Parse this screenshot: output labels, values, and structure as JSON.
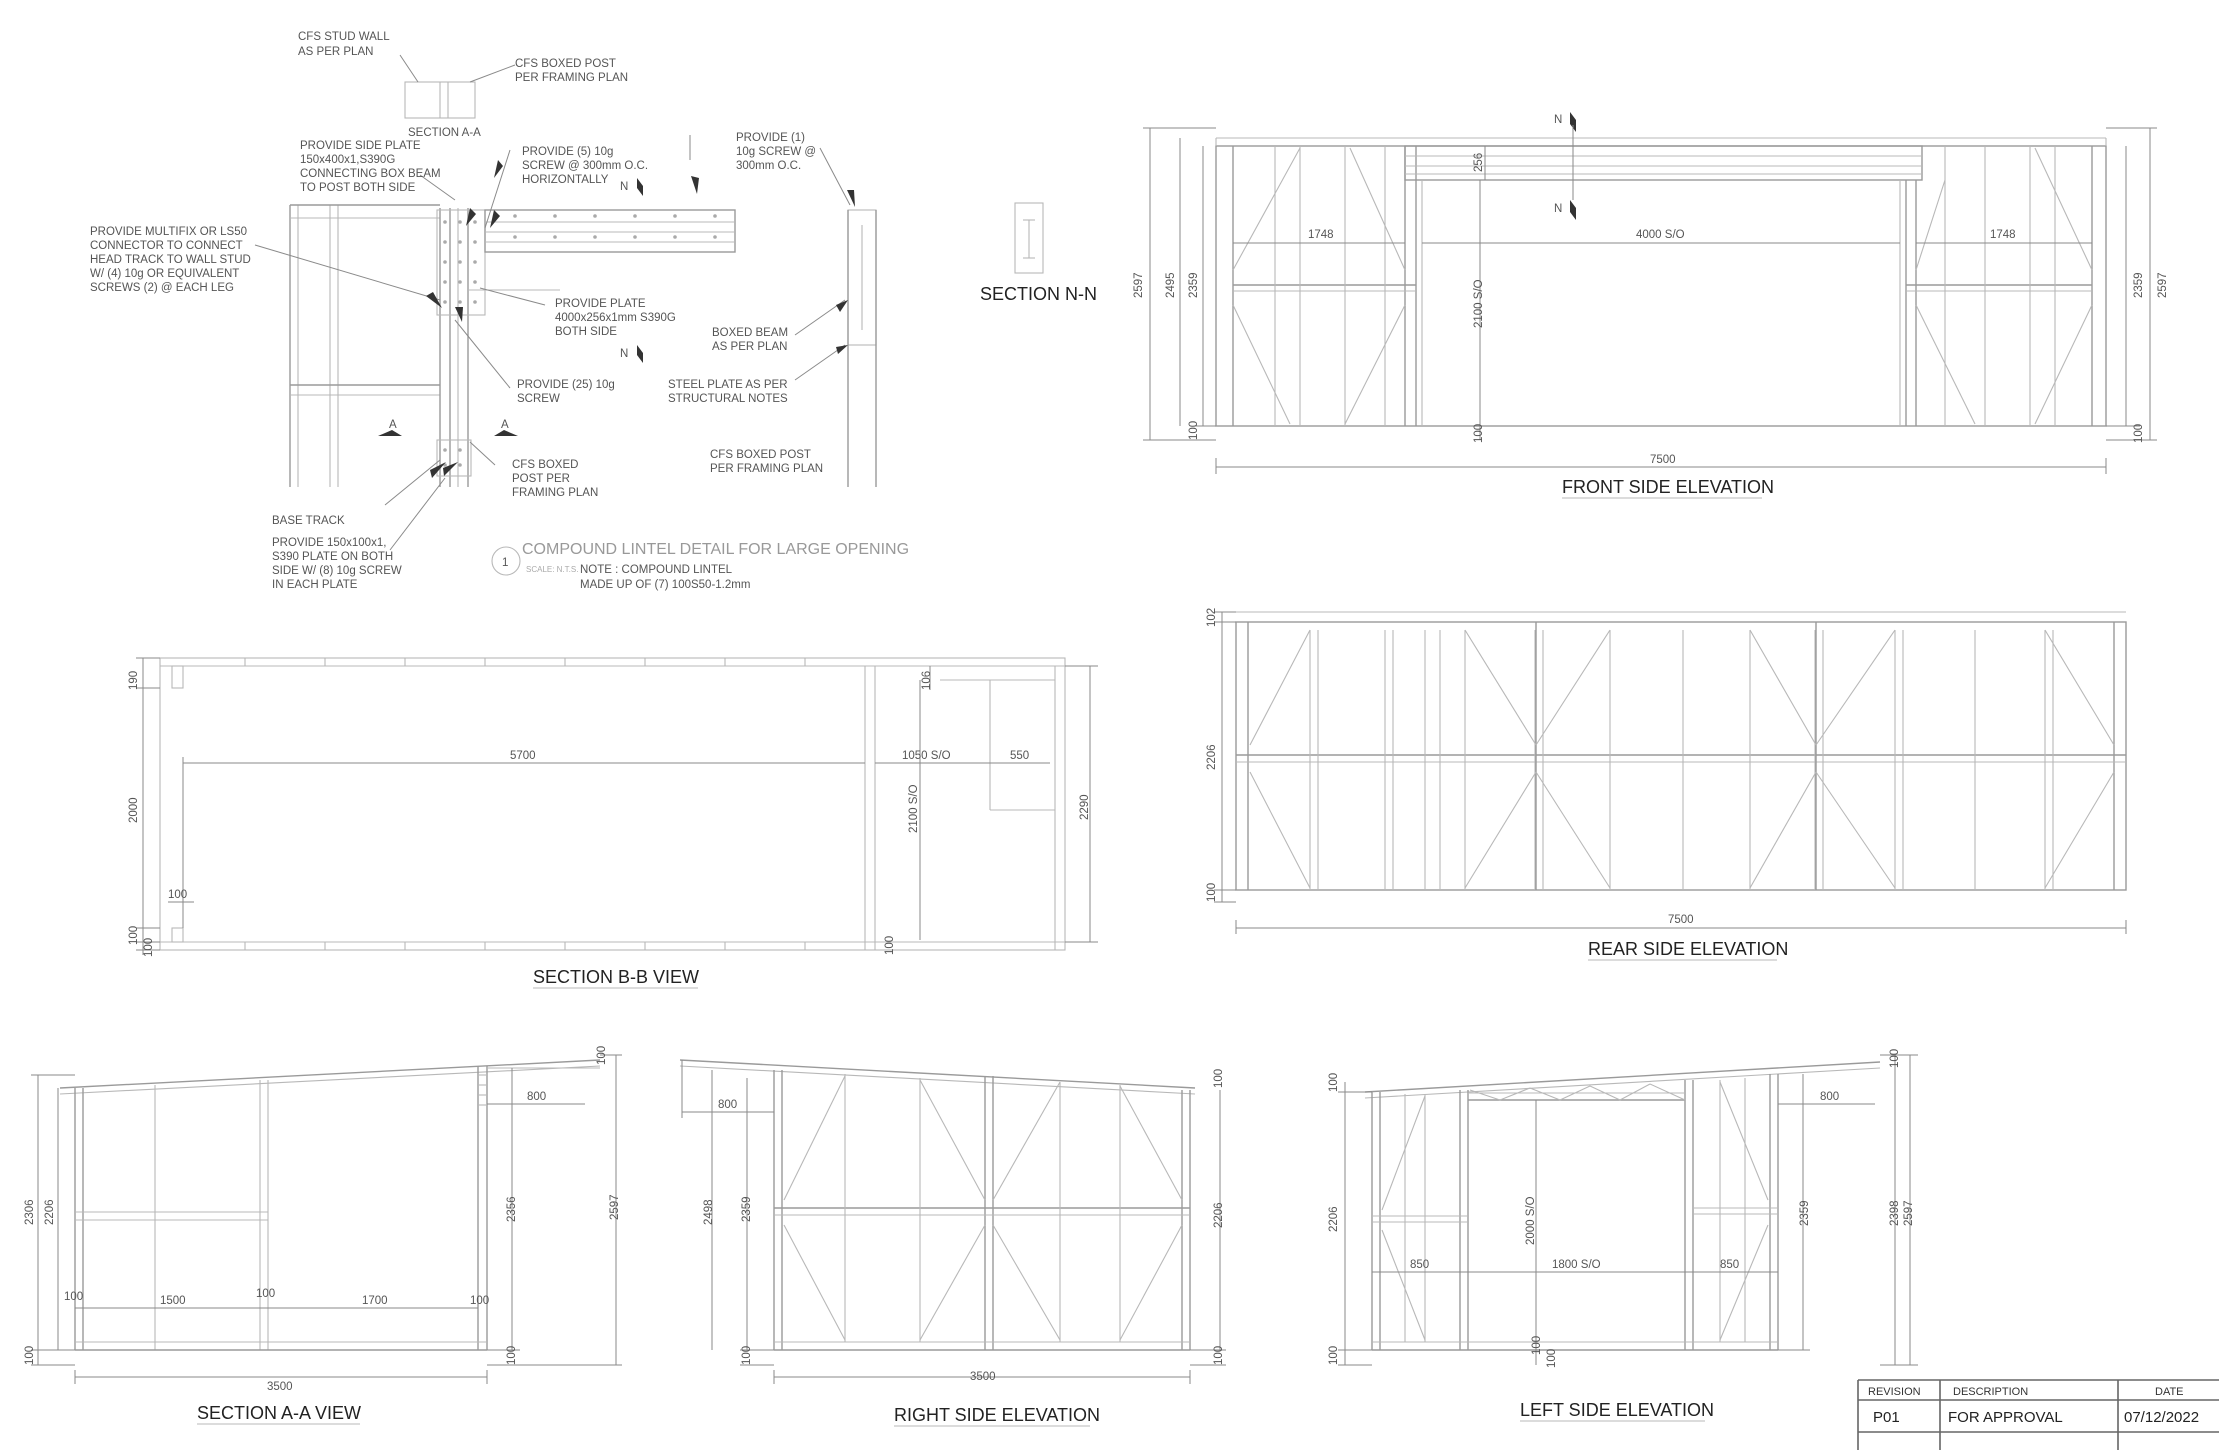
{
  "detail": {
    "section_aa_label": "SECTION A-A",
    "notes": {
      "cfs_stud_wall": [
        "CFS STUD WALL",
        "AS PER PLAN"
      ],
      "cfs_boxed_post_top": [
        "CFS BOXED POST",
        "PER FRAMING PLAN"
      ],
      "side_plate": [
        "PROVIDE SIDE PLATE",
        "150x400x1,S390G",
        "CONNECTING BOX BEAM",
        "TO POST  BOTH SIDE"
      ],
      "multifix": [
        "PROVIDE MULTIFIX OR LS50",
        "CONNECTOR TO CONNECT",
        "HEAD TRACK TO WALL STUD",
        "W/ (4) 10g OR EQUIVALENT",
        "SCREWS (2) @ EACH LEG"
      ],
      "screw5": [
        "PROVIDE (5) 10g",
        "SCREW @ 300mm O.C.",
        "HORIZONTALLY"
      ],
      "screw1": [
        "PROVIDE (1)",
        "10g SCREW @",
        "300mm O.C."
      ],
      "plate": [
        "PROVIDE PLATE",
        "4000x256x1mm S390G",
        "BOTH SIDE"
      ],
      "boxed_beam": [
        "BOXED BEAM",
        "AS PER PLAN"
      ],
      "screw25": [
        "PROVIDE (25) 10g",
        "SCREW"
      ],
      "steel_plate": [
        "STEEL PLATE AS PER",
        "STRUCTURAL NOTES"
      ],
      "cfs_boxed_post_mid": [
        "CFS BOXED",
        "POST PER",
        "FRAMING PLAN"
      ],
      "cfs_boxed_post_right": [
        "CFS BOXED POST",
        "PER FRAMING PLAN"
      ],
      "base_track": [
        "BASE TRACK"
      ],
      "plate150": [
        "PROVIDE 150x100x1,",
        "S390 PLATE ON BOTH",
        "SIDE W/ (8) 10g SCREW",
        "IN EACH PLATE"
      ]
    },
    "marker_n": "N",
    "marker_a": "A",
    "detail_number": "1",
    "detail_title": "COMPOUND LINTEL DETAIL FOR LARGE OPENING",
    "scale": "SCALE: N.T.S.",
    "note": [
      "NOTE : COMPOUND LINTEL",
      "MADE UP OF (7) 100S50-1.2mm"
    ],
    "section_nn_title": "SECTION N-N"
  },
  "front": {
    "title": "FRONT SIDE ELEVATION",
    "dims": {
      "left_h1": "2597",
      "left_h2": "2495",
      "left_h3": "2359",
      "bay_left": "1748",
      "bay_right": "1748",
      "opening": "4000 S/O",
      "opening_h": "2100 S/O",
      "lintel": "256",
      "right_h1": "2359",
      "right_h2": "2597",
      "base_left": "100",
      "base_mid": "100",
      "base_right": "100",
      "overall": "7500"
    }
  },
  "rear": {
    "title": "REAR SIDE ELEVATION",
    "dims": {
      "top": "102",
      "height": "2206",
      "base": "100",
      "overall": "7500"
    }
  },
  "section_bb": {
    "title": "SECTION  B-B VIEW",
    "dims": {
      "top": "190",
      "height": "2000",
      "span": "5700",
      "door": "1050 S/O",
      "side": "550",
      "door_h": "2100 S/O",
      "head": "106",
      "overall_h": "2290",
      "stud": "100",
      "base1": "100",
      "base2": "100",
      "base3": "100"
    }
  },
  "section_aa": {
    "title": "SECTION  A-A VIEW",
    "dims": {
      "h1": "2306",
      "h2": "2206",
      "left_stud": "100",
      "bay1": "1500",
      "mid_stud": "100",
      "bay2": "1700",
      "right_stud": "100",
      "right_h": "2356",
      "overall_h": "2597",
      "overhang": "800",
      "top": "100",
      "base_left": "100",
      "base_right": "100",
      "overall": "3500"
    }
  },
  "right": {
    "title": "RIGHT SIDE ELEVATION",
    "dims": {
      "overhang": "800",
      "h1": "2498",
      "h2": "2359",
      "right_h": "2206",
      "top": "100",
      "base_left": "100",
      "base_right": "100",
      "overall": "3500"
    }
  },
  "left": {
    "title": "LEFT SIDE ELEVATION",
    "dims": {
      "top_left": "100",
      "height": "2206",
      "opening_h": "2000 S/O",
      "bay_left": "850",
      "opening": "1800 S/O",
      "bay_right": "850",
      "right_h": "2359",
      "h2": "2398",
      "h3": "2597",
      "overhang": "800",
      "top_right": "100",
      "base_left": "100",
      "base_mid1": "100",
      "base_mid2": "100"
    }
  },
  "title_block": {
    "headers": {
      "revision": "REVISION",
      "description": "DESCRIPTION",
      "date": "DATE"
    },
    "row": {
      "revision": "P01",
      "description": "FOR APPROVAL",
      "date": "07/12/2022"
    }
  }
}
